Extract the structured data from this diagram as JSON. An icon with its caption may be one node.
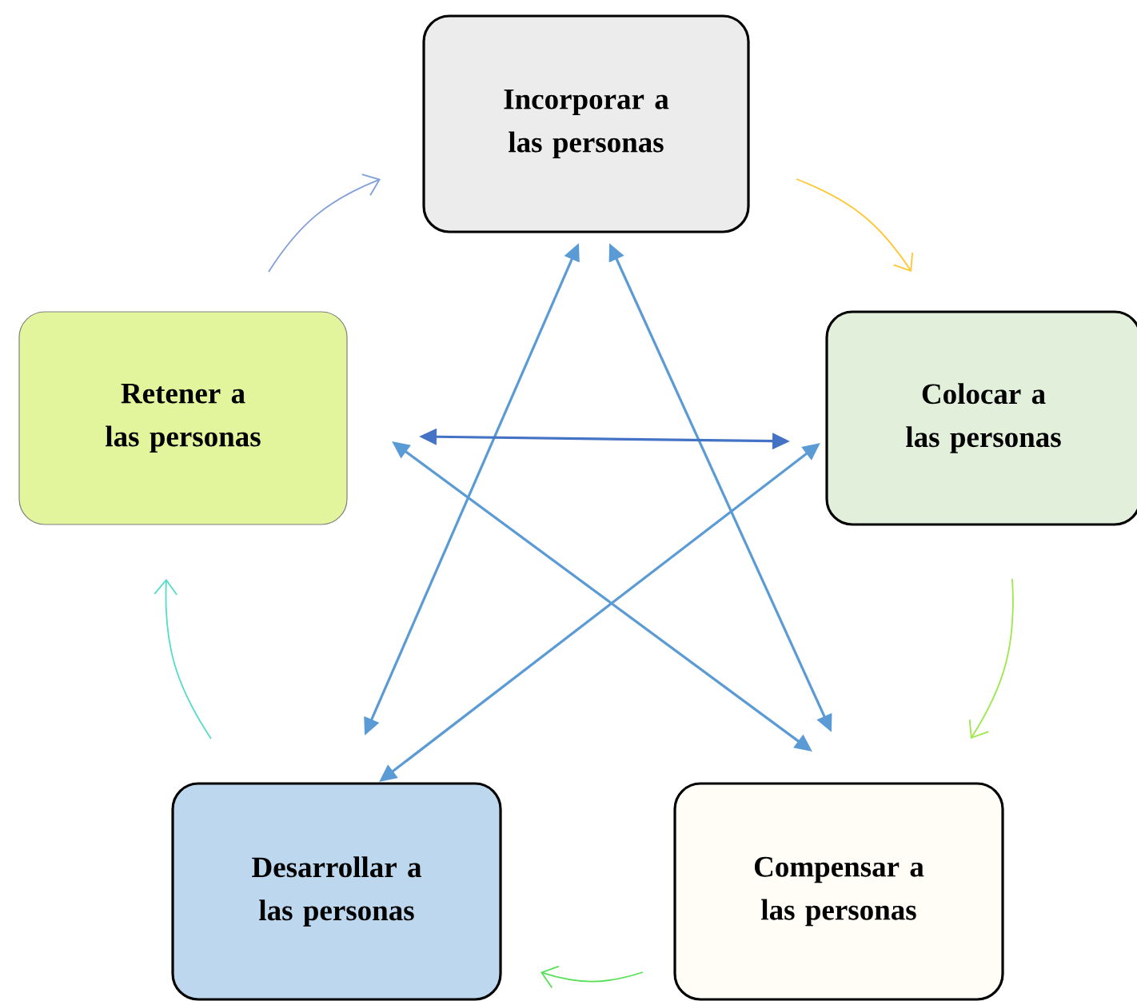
{
  "diagram": {
    "nodes": [
      {
        "text": [
          "Incorporar a las personas"
        ]
      },
      {
        "text": [
          "Retener a las personas"
        ]
      },
      {
        "text": [
          "Colocar a las personas"
        ]
      },
      {
        "text": [
          "Desarrollar a las personas"
        ]
      },
      {
        "text": [
          "Compensar a las personas"
        ]
      }
    ],
    "edges": [
      {
        "from": 1,
        "to": 0,
        "arrow": "to",
        "color": "#7f9fd8"
      },
      {
        "from": 0,
        "to": 2,
        "arrow": "to",
        "color": "#ffc631"
      },
      {
        "from": 2,
        "to": 4,
        "arrow": "to",
        "color": "#9be84a"
      },
      {
        "from": 4,
        "to": 3,
        "arrow": "to",
        "color": "#55e055"
      },
      {
        "from": 3,
        "to": 1,
        "arrow": "to",
        "color": "#55dcc8"
      },
      {
        "from": 0,
        "to": 3,
        "arrow": "both"
      },
      {
        "from": 0,
        "to": 4,
        "arrow": "both"
      },
      {
        "from": 1,
        "to": 2,
        "arrow": "both",
        "color": "#4472c4"
      },
      {
        "from": 1,
        "to": 4,
        "arrow": "both"
      },
      {
        "from": 2,
        "to": 3,
        "arrow": "both"
      }
    ]
  }
}
